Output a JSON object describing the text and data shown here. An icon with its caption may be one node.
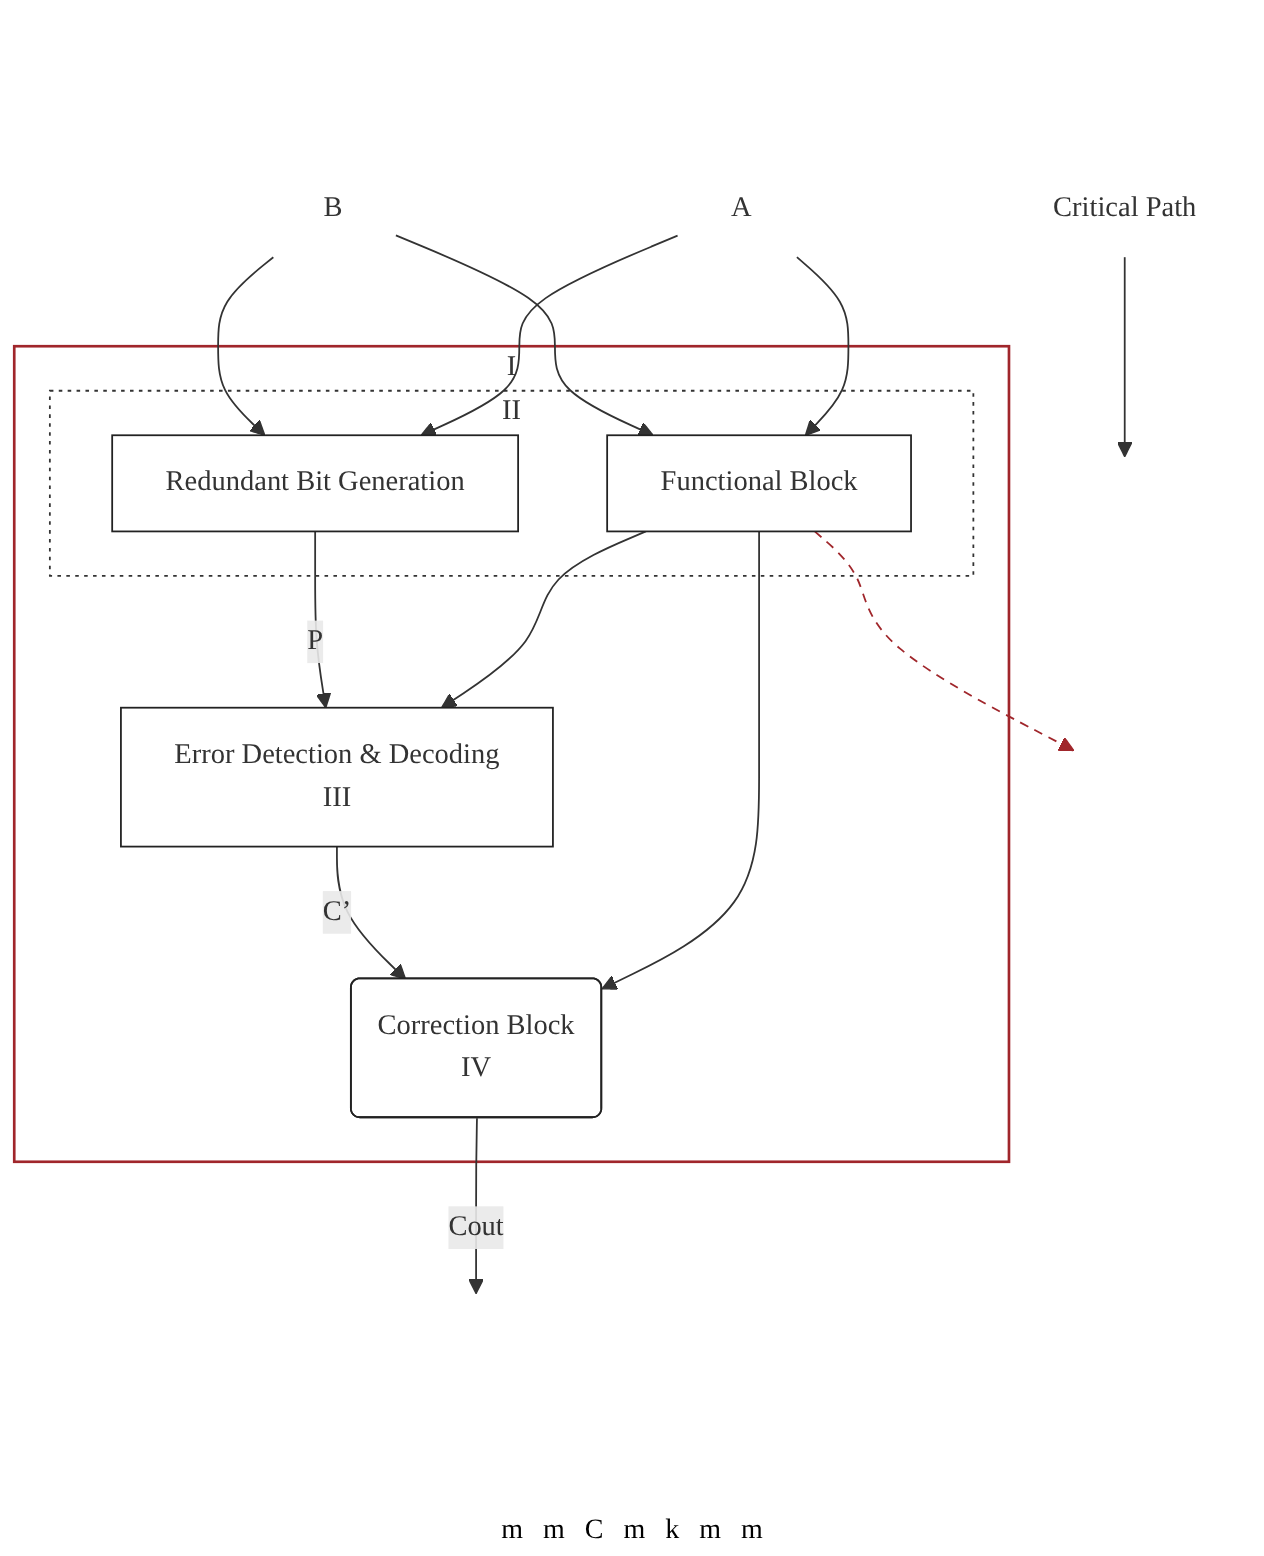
{
  "diagram": {
    "nodes": [
      {
        "text": [
          "I"
        ]
      },
      {
        "text": [
          "II"
        ],
        "in": 0
      },
      {
        "text": [
          "Functional Block"
        ],
        "in": 1
      },
      {
        "text": [
          "Redundant Bit Generation"
        ],
        "in": 1
      },
      {
        "text": [
          "Error Detection & Decoding",
          "III"
        ],
        "in": 0
      },
      {
        "text": [
          "Correction Block",
          "IV"
        ],
        "in": 0
      },
      {
        "text": [
          "A"
        ]
      },
      {
        "text": [
          "B"
        ]
      },
      {
        "text": [
          "Critical Path"
        ]
      }
    ],
    "edges": [
      {
        "from": 6,
        "to": 2,
        "arrow": "to"
      },
      {
        "from": 6,
        "to": 3,
        "arrow": "to"
      },
      {
        "from": 7,
        "to": 2,
        "arrow": "to"
      },
      {
        "from": 7,
        "to": 3,
        "arrow": "to"
      },
      {
        "from": 2,
        "to": 4,
        "arrow": "to"
      },
      {
        "from": 2,
        "to": 5,
        "arrow": "to"
      },
      {
        "from": 3,
        "to": 4,
        "arrow": "to",
        "label": "P"
      },
      {
        "from": 4,
        "to": 5,
        "arrow": "to",
        "label": "C’"
      },
      {
        "from": 5,
        "to": null,
        "arrow": "to",
        "label": "Cout"
      },
      {
        "from": 2,
        "to": null,
        "arrow": "to",
        "style": "dashed",
        "color": "#a0262b"
      },
      {
        "from": 8,
        "to": null,
        "arrow": "to"
      }
    ],
    "labels": [
      "m",
      "m",
      "C",
      "m",
      "k",
      "m",
      "m"
    ]
  }
}
